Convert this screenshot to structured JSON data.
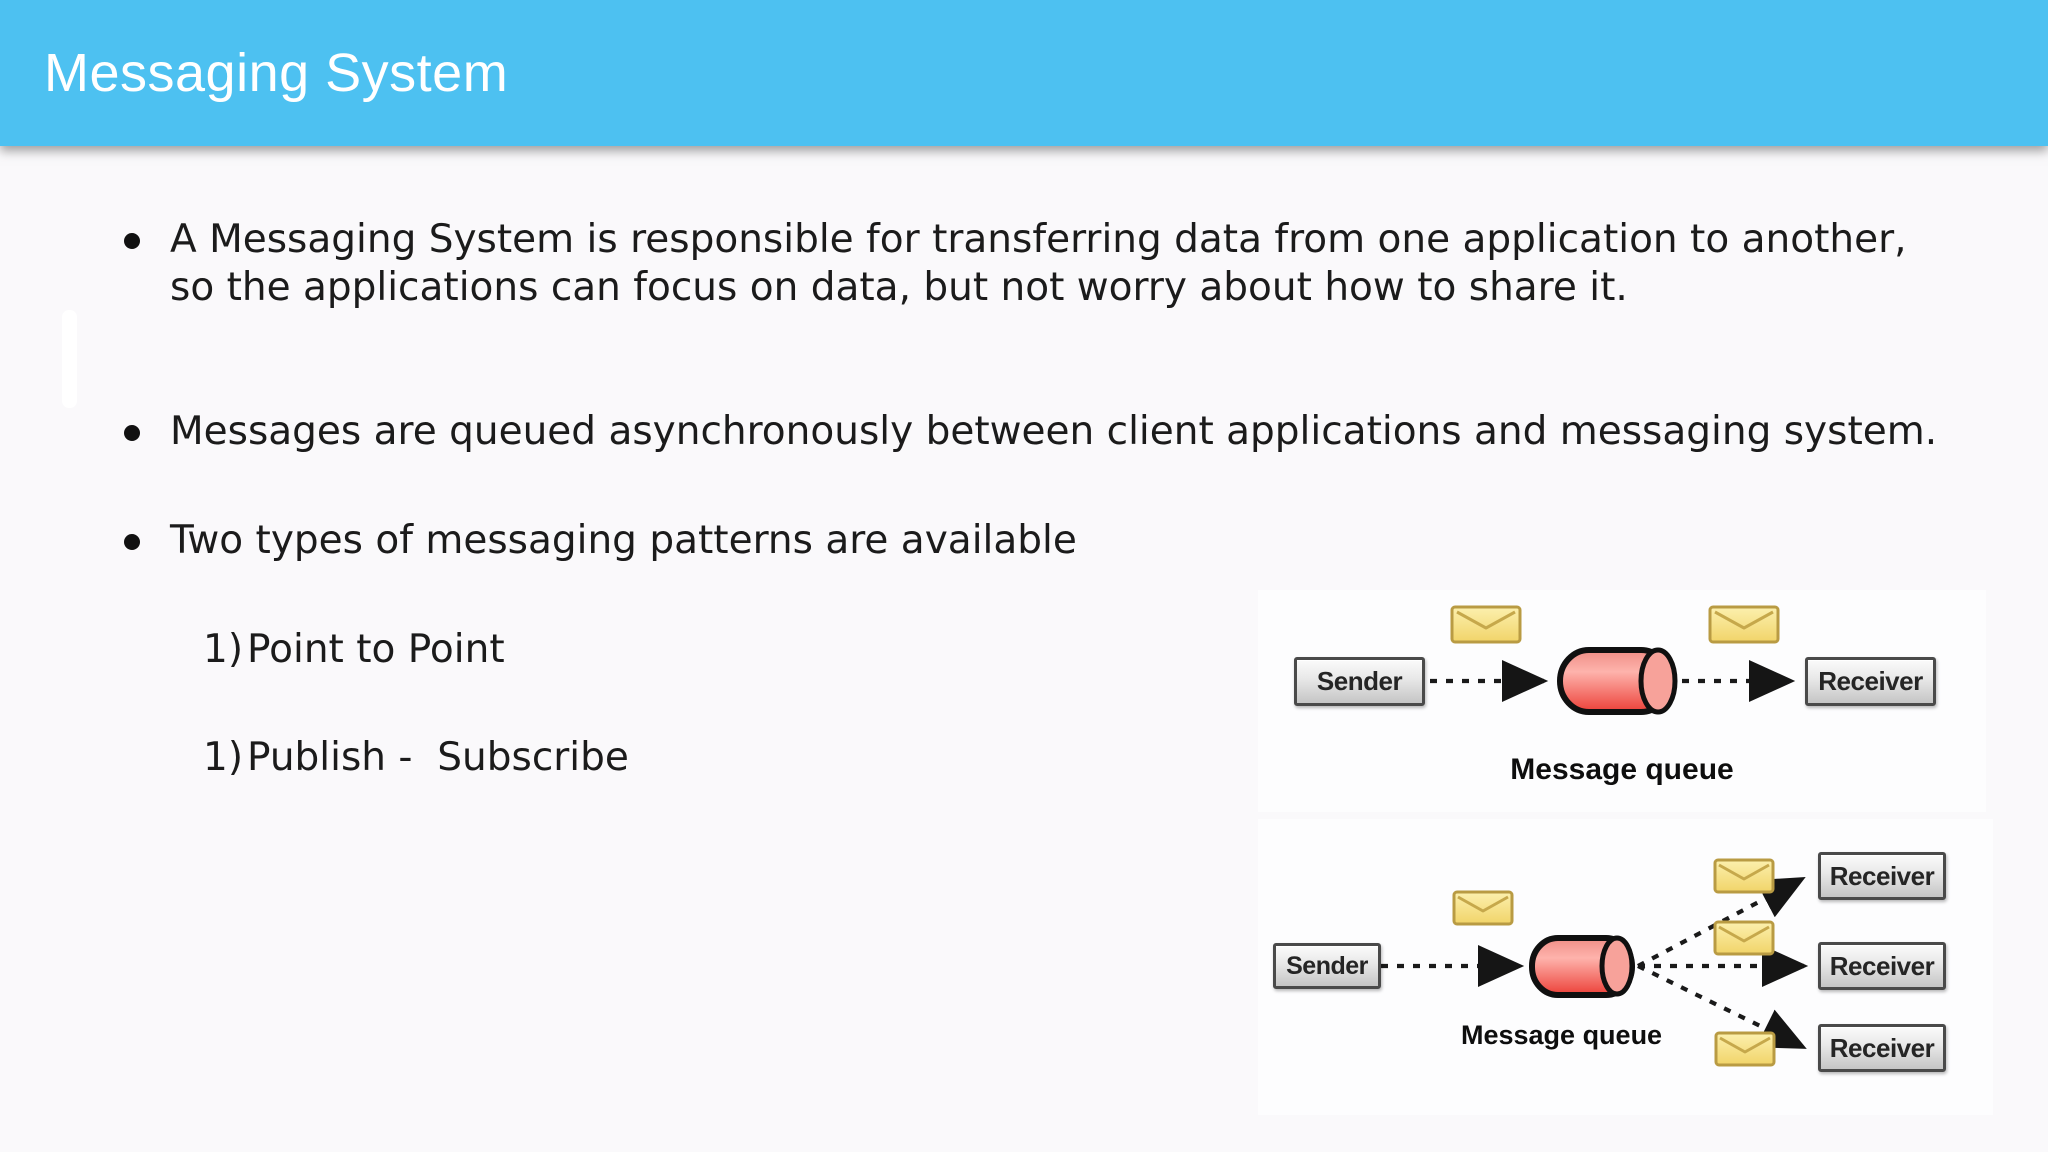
{
  "header": {
    "title": "Messaging System"
  },
  "bullets": [
    {
      "text": "A Messaging System is responsible for transferring data from one application to another, so the applications can focus on data, but not worry about how to share it."
    },
    {
      "text": "Messages are queued asynchronously between client applications and messaging system."
    },
    {
      "text": "Two types of messaging patterns are available"
    }
  ],
  "numbered_items": [
    {
      "number": "1)",
      "label": "Point to Point"
    },
    {
      "number": "1)",
      "label": "Publish -  Subscribe"
    }
  ],
  "diagrams": {
    "point_to_point": {
      "sender": "Sender",
      "receiver": "Receiver",
      "caption": "Message queue"
    },
    "publish_subscribe": {
      "sender": "Sender",
      "receivers": [
        "Receiver",
        "Receiver",
        "Receiver"
      ],
      "caption": "Message queue"
    }
  },
  "icons": {
    "envelope": "message-envelope-icon",
    "queue": "message-queue-cylinder-icon",
    "bullet": "bullet-dot-icon",
    "arrow": "dashed-arrow"
  },
  "colors": {
    "header_bg": "#4dc1f1",
    "header_text": "#ffffff",
    "page_bg": "#faf9fb",
    "body_text": "#1b1b1b",
    "cylinder_red": "#ec4238",
    "envelope_yellow": "#f3d76f",
    "node_fill": "#d9d9d9",
    "node_border": "#4a4a4a"
  }
}
